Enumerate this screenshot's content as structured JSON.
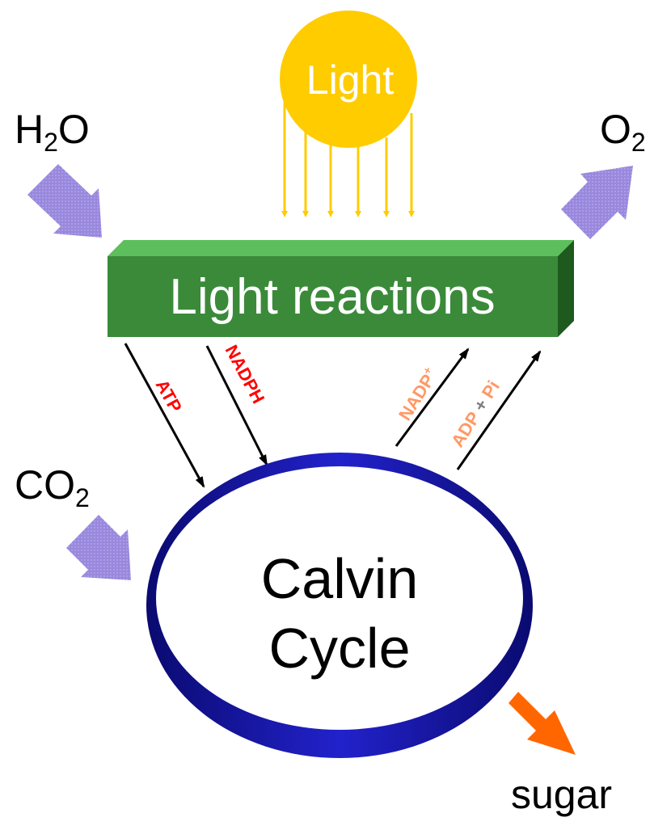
{
  "sun": {
    "label": "Light",
    "color": "#FFCC00",
    "label_color": "#FFFFFF"
  },
  "inputs": {
    "water": {
      "main": "H",
      "sub": "2",
      "tail": "O"
    },
    "carbon_dioxide": {
      "main": "CO",
      "sub": "2"
    }
  },
  "outputs": {
    "oxygen": {
      "main": "O",
      "sub": "2"
    },
    "sugar": {
      "label": "sugar"
    }
  },
  "light_reactions": {
    "label": "Light reactions",
    "front_color": "#3A8A3A",
    "top_color": "#5CBF5C",
    "side_color": "#1E5A1E"
  },
  "calvin_cycle": {
    "line1": "Calvin",
    "line2": "Cycle",
    "ring_color": "#1A1AA8"
  },
  "products_to_cycle": {
    "atp": "ATP",
    "nadph": "NADPH",
    "color": "#FF0000"
  },
  "returns_to_light": {
    "nadp": "NADP",
    "nadp_charge": "+",
    "adp": "ADP",
    "plus": " + ",
    "pi": "Pi",
    "color": "#FF9966",
    "plus_color": "#808080"
  },
  "colors": {
    "input_arrow": "#9988DD",
    "sugar_arrow": "#FF6600",
    "thin_arrow": "#000000",
    "light_ray": "#FFCC00"
  }
}
